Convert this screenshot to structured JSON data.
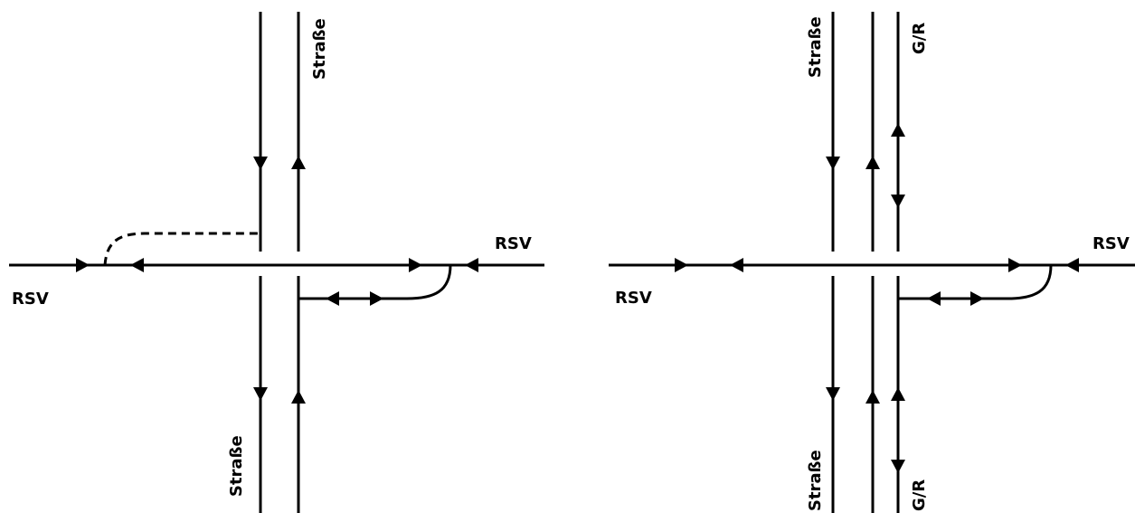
{
  "left_diagram": {
    "label_rsv_left": "RSV",
    "label_rsv_right": "RSV",
    "label_street_top": "Straße",
    "label_street_bottom": "Straße"
  },
  "right_diagram": {
    "label_rsv_left": "RSV",
    "label_rsv_right": "RSV",
    "label_street_top": "Straße",
    "label_street_bottom": "Straße",
    "label_gr_top": "G/R",
    "label_gr_bottom": "G/R"
  },
  "colors": {
    "line": "#000000",
    "background": "#ffffff"
  }
}
